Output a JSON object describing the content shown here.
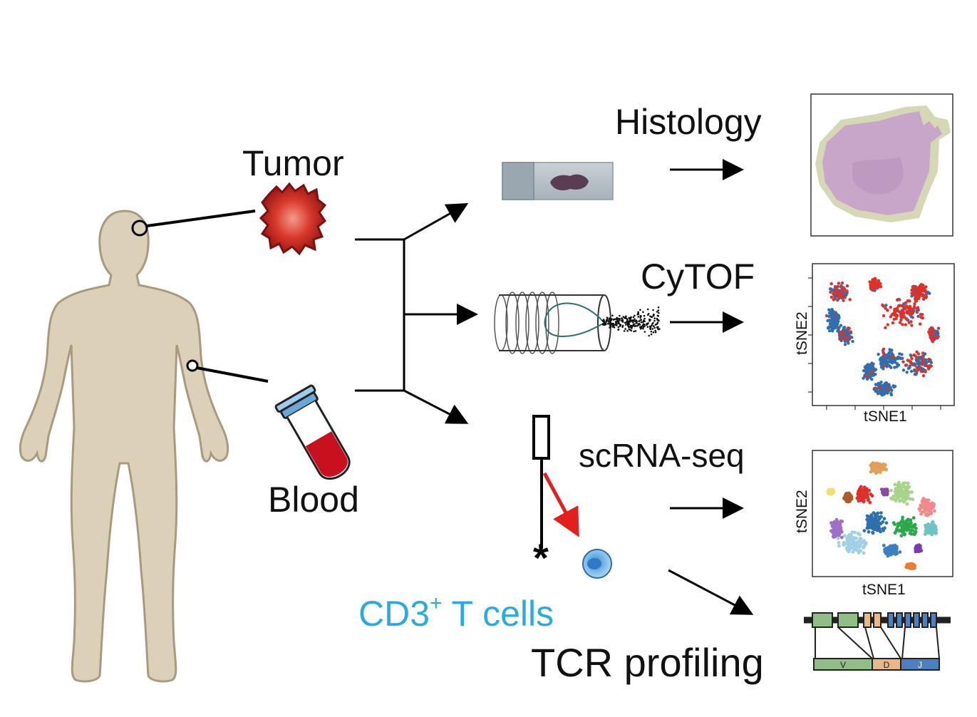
{
  "labels": {
    "tumor": "Tumor",
    "blood": "Blood",
    "histology": "Histology",
    "cytof": "CyTOF",
    "scrnaseq": "scRNA-seq",
    "cd3_main": "CD3",
    "cd3_sup": "+",
    "cd3_tail": " T cells",
    "tcr": "TCR profiling"
  },
  "axes": {
    "cytof_x": "tSNE1",
    "cytof_y": "tSNE2",
    "scrna_x": "tSNE1",
    "scrna_y": "tSNE2"
  },
  "tcr_segments": {
    "v": "V",
    "d": "D",
    "j": "J"
  },
  "colors": {
    "body": "#dcd0b8",
    "body_outline": "#a89a80",
    "tumor": "#c0281f",
    "blood": "#c8101e",
    "tube_cap": "#7fb6e0",
    "cd3_text": "#29abe2",
    "arrow_red": "#e3201b",
    "cytof_red": "#e0302a",
    "cytof_blue": "#2f6fad",
    "tcr_v": "#8fbf84",
    "tcr_d": "#e8b888",
    "tcr_j": "#4e7fc0"
  }
}
